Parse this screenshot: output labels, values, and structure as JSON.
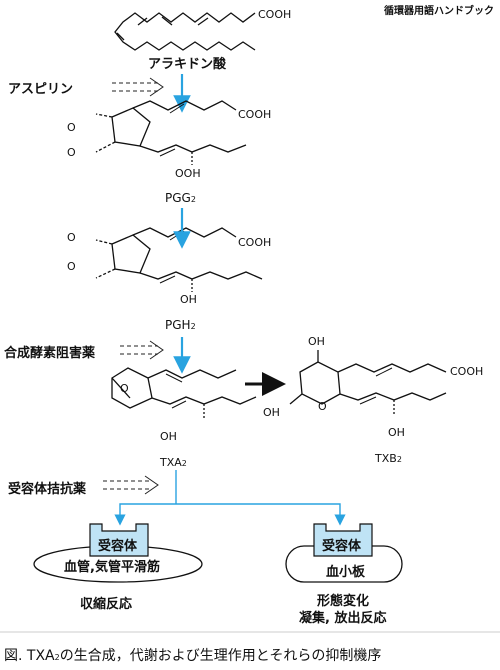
{
  "book_title": "循環器用語ハンドブック",
  "compounds": {
    "arachidonic_acid": "アラキドン酸",
    "pgg2_main": "PGG",
    "pgg2_sub": "2",
    "pgh2_main": "PGH",
    "pgh2_sub": "2",
    "txa2_main": "TXA",
    "txa2_sub": "2",
    "txb2_main": "TXB",
    "txb2_sub": "2"
  },
  "inhibitors": {
    "aspirin": "アスピリン",
    "synthase_inhibitor": "合成酵素阻害薬",
    "receptor_antagonist": "受容体拮抗薬"
  },
  "groups": {
    "cooh": "COOH",
    "oh": "OH",
    "ooh": "OOH",
    "o": "O"
  },
  "targets": {
    "receptor_label": "受容体",
    "smooth_muscle": "血管,気管平滑筋",
    "platelet": "血小板"
  },
  "effects": {
    "contraction": "収縮反応",
    "platelet_line1": "形態変化",
    "platelet_line2": "凝集, 放出反応"
  },
  "caption": {
    "prefix": "図.",
    "text_1": "TXA",
    "sub": "2",
    "text_2": "の生合成，代謝および生理作用とそれらの抑制機序"
  },
  "colors": {
    "line": "#111111",
    "accent_arrow": "#29a3e0",
    "receptor_fill": "#bfe3f5",
    "dash": "#222222"
  }
}
